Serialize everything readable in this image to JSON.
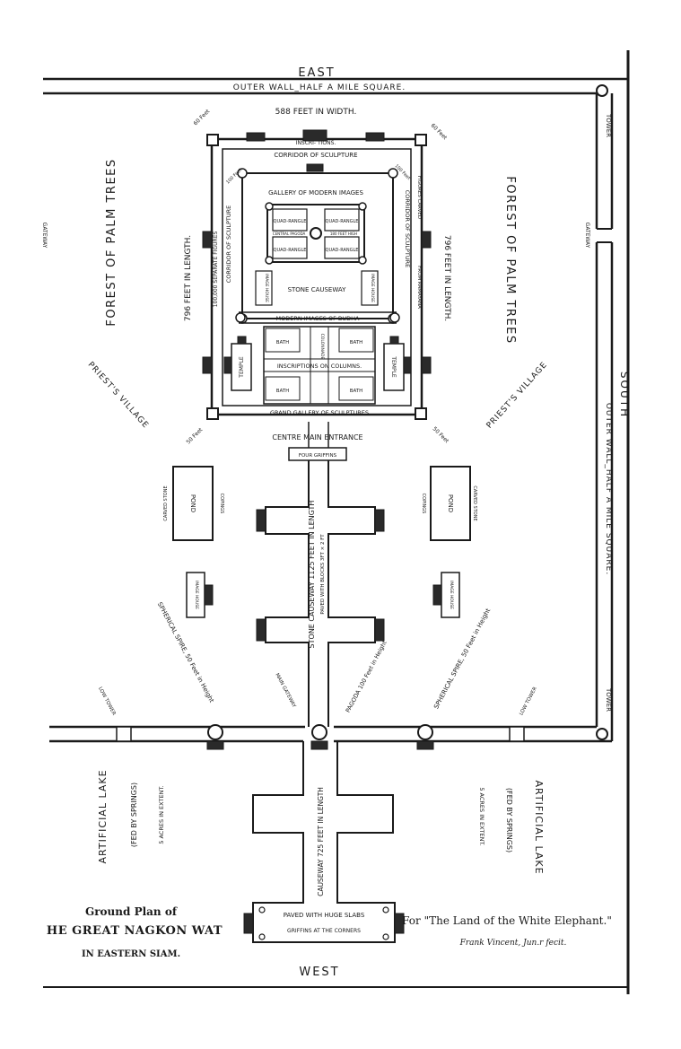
{
  "plan": {
    "compass": {
      "east": "EAST",
      "west": "WEST",
      "south": "SOUTH"
    },
    "outer_wall_top": "OUTER WALL_HALF A MILE SQUARE.",
    "outer_wall_right": "OUTER WALL_HALF A MILE SQUARE.",
    "tower": "TOWER",
    "gateway": "GATEWAY",
    "width_label": "588 FEET IN WIDTH.",
    "length_label": "796 FEET IN LENGTH.",
    "feet_60": "60 Feet",
    "feet_100": "100 Feet",
    "feet_50": "50 Feet",
    "inscriptions_top": "INSCRI-  TIONS.",
    "corridor_of_sculpture": "CORRIDOR OF SCULPTURE",
    "corridor_of_sculpture_right": "CORRIDOR OF SCULPTURE",
    "figures_carved": "FIGURES CARVED",
    "from_ramayana": "FROM RAMAYANA",
    "gallery_of_modern_images": "GALLERY OF MODERN IMAGES",
    "quadrangle": "QUAD-RANGLE",
    "central_pagoda": "CENTRAL PAGODA",
    "central_pagoda_height": "180 FEET HIGH",
    "stone_causeway": "STONE CAUSEWAY",
    "image_house": "IMAGE HOUSE",
    "modern_images_of_budha": "MODERN IMAGES OF BUDHA",
    "bath": "BATH",
    "colonnade": "COLONNADE",
    "inscriptions_on_columns": "INSCRIPTIONS ON COLUMNS.",
    "temple": "TEMPLE",
    "grand_gallery": "GRAND GALLERY OF SCULPTURES",
    "figures_left": "100,000 SEPARATE FIGURES",
    "centre_main_entrance": "CENTRE MAIN ENTRANCE",
    "four_griffins": "FOUR GRIFFINS",
    "forest_of_palm_trees": "FOREST OF PALM TREES",
    "priests_village": "PRIEST'S VILLAGE",
    "pond": "POND",
    "carved_stone": "CARVED STONE",
    "copings": "COPINGS",
    "stone_causeway_length": "STONE CAUSEWAY 1125 FEET IN LENGTH",
    "paved_with_blocks": "PAVED WITH BLOCKS 3FT × 2 FT",
    "spherical_spire": "SPHERICAL SPIRE, 50 Feet in Height",
    "pagoda_height": "PAGODA 100 Feet in Height",
    "main_gateway": "MAIN GATEWAY",
    "low_tower": "LOW TOWER",
    "artificial_lake": "ARTIFICIAL LAKE",
    "fed_by_springs": "(FED BY SPRINGS)",
    "acres": "5 ACRES IN EXTENT.",
    "causeway_725": "CAUSEWAY 725 FEET IN LENGTH",
    "paved_huge_slabs": "PAVED WITH HUGE SLABS",
    "griffins_corners": "GRIFFINS AT THE CORNERS",
    "caption_line1": "Ground Plan of",
    "caption_line2": "HE GREAT NAGKON WAT",
    "caption_line3": "IN EASTERN SIAM.",
    "credit_line1": "For \"The Land of the White Elephant.\"",
    "credit_line2": "Frank Vincent, Jun.r fecit."
  }
}
